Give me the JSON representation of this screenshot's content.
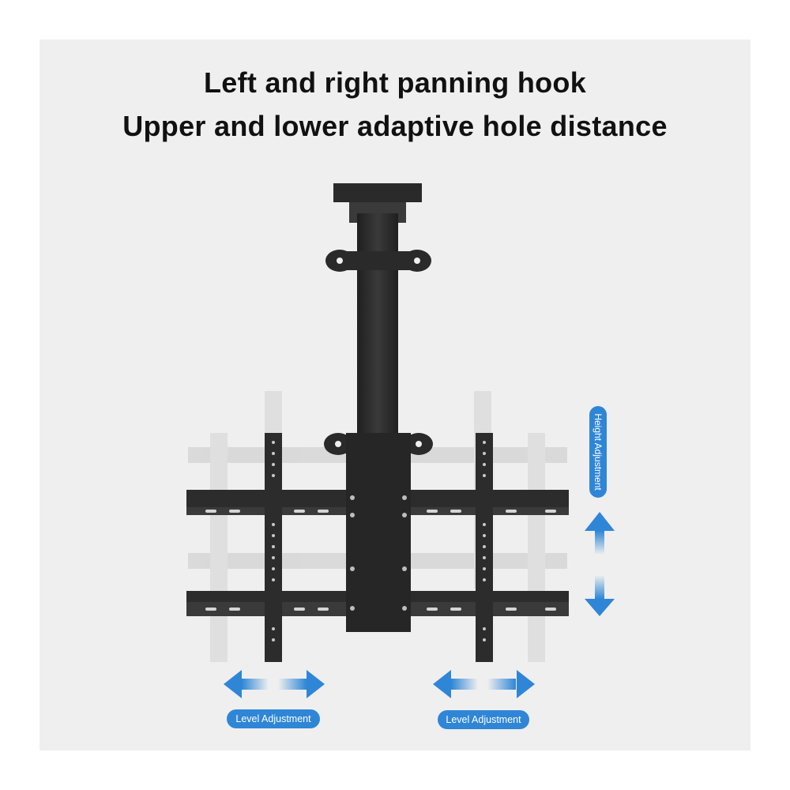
{
  "headline": {
    "line1": "Left and right panning hook",
    "line2": "Upper and lower adaptive hole distance"
  },
  "badges": {
    "height": "Height Adjustment",
    "level_left": "Level Adjustment",
    "level_right": "Level Adjustment"
  },
  "colors": {
    "background": "#efefef",
    "metal": "#2c2c2c",
    "ghost": "#c8c8c8",
    "accent": "#2f86d6",
    "text": "#111111"
  },
  "icons": [
    "arrow-up-icon",
    "arrow-down-icon",
    "arrow-left-icon",
    "arrow-right-icon"
  ]
}
